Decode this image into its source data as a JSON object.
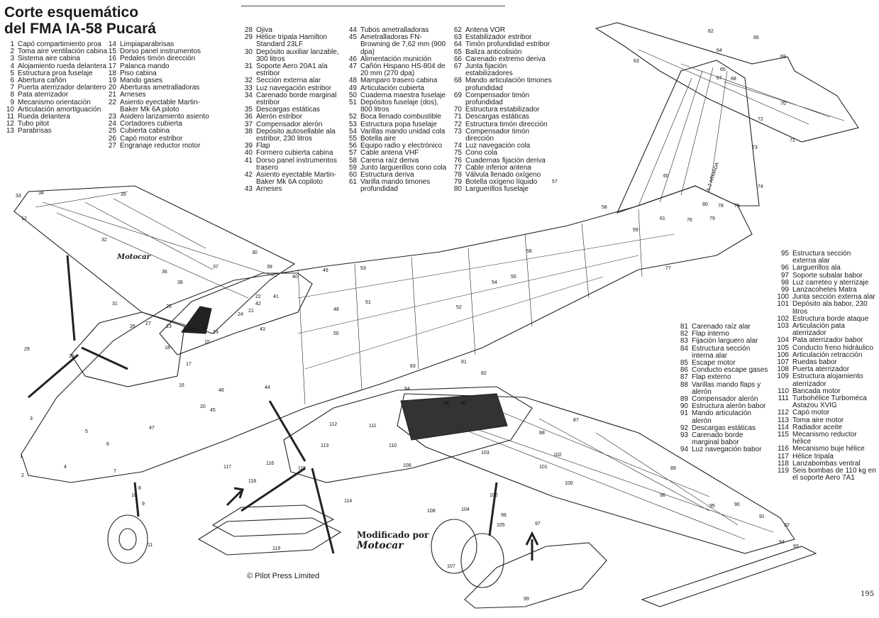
{
  "title": {
    "line1": "Corte esquemático",
    "line2": "del FMA IA-58 Pucará"
  },
  "legend": {
    "col1": [
      {
        "n": "1",
        "t": "Capó compartimiento proa"
      },
      {
        "n": "2",
        "t": "Toma aire ventilación cabina"
      },
      {
        "n": "3",
        "t": "Sistema aire cabina"
      },
      {
        "n": "4",
        "t": "Alojamiento rueda delantera"
      },
      {
        "n": "5",
        "t": "Estructura proa fuselaje"
      },
      {
        "n": "6",
        "t": "Abertura cañón"
      },
      {
        "n": "7",
        "t": "Puerta aterrizador delantero"
      },
      {
        "n": "8",
        "t": "Pata aterrizador"
      },
      {
        "n": "9",
        "t": "Mecanismo orientación"
      },
      {
        "n": "10",
        "t": "Articulación amortiguación"
      },
      {
        "n": "11",
        "t": "Rueda delantera"
      },
      {
        "n": "12",
        "t": "Tubo pitot"
      },
      {
        "n": "13",
        "t": "Parabrisas"
      }
    ],
    "col2": [
      {
        "n": "14",
        "t": "Limpiaparabrisas"
      },
      {
        "n": "15",
        "t": "Dorso panel instrumentos"
      },
      {
        "n": "16",
        "t": "Pedales timón dirección"
      },
      {
        "n": "17",
        "t": "Palanca mando"
      },
      {
        "n": "18",
        "t": "Piso cabina"
      },
      {
        "n": "19",
        "t": "Mando gases"
      },
      {
        "n": "20",
        "t": "Aberturas ametralladoras"
      },
      {
        "n": "21",
        "t": "Arneses"
      },
      {
        "n": "22",
        "t": "Asiento eyectable Martin-Baker Mk 6A piloto"
      },
      {
        "n": "23",
        "t": "Asidero lanzamiento asiento"
      },
      {
        "n": "24",
        "t": "Cortadores cubierta"
      },
      {
        "n": "25",
        "t": "Cubierta cabina"
      },
      {
        "n": "26",
        "t": "Capó motor estribor"
      },
      {
        "n": "27",
        "t": "Engranaje reductor motor"
      }
    ],
    "col3": [
      {
        "n": "28",
        "t": "Ojiva"
      },
      {
        "n": "29",
        "t": "Hélice tripala Hamilton Standard 23LF"
      },
      {
        "n": "30",
        "t": "Depósito auxiliar lanzable, 300 litros"
      },
      {
        "n": "31",
        "t": "Soporte Aero 20A1 ala estribor"
      },
      {
        "n": "32",
        "t": "Sección externa alar"
      },
      {
        "n": "33",
        "t": "Luz navegación estribor"
      },
      {
        "n": "34",
        "t": "Carenado borde marginal estribor"
      },
      {
        "n": "35",
        "t": "Descargas estáticas"
      },
      {
        "n": "36",
        "t": "Alerón estribor"
      },
      {
        "n": "37",
        "t": "Compensador alerón"
      },
      {
        "n": "38",
        "t": "Depósito autosellable ala estribor, 230 litros"
      },
      {
        "n": "39",
        "t": "Flap"
      },
      {
        "n": "40",
        "t": "Formero cubierta cabina"
      },
      {
        "n": "41",
        "t": "Dorso panel instrumentos trasero"
      },
      {
        "n": "42",
        "t": "Asiento eyectable Martin-Baker Mk 6A copiloto"
      },
      {
        "n": "43",
        "t": "Arneses"
      }
    ],
    "col4": [
      {
        "n": "44",
        "t": "Tubos ametralladoras"
      },
      {
        "n": "45",
        "t": "Ametralladoras FN-Browning de 7,62 mm (900 dpa)"
      },
      {
        "n": "46",
        "t": "Alimentación munición"
      },
      {
        "n": "47",
        "t": "Cañón Hispano HS-804 de 20 mm (270 dpa)"
      },
      {
        "n": "48",
        "t": "Mamparo trasero cabina"
      },
      {
        "n": "49",
        "t": "Articulación cubierta"
      },
      {
        "n": "50",
        "t": "Cuaderna maestra fuselaje"
      },
      {
        "n": "51",
        "t": "Depósitos fuselaje (dos), 800 litros"
      },
      {
        "n": "52",
        "t": "Boca llenado combustible"
      },
      {
        "n": "53",
        "t": "Estructura popa fuselaje"
      },
      {
        "n": "54",
        "t": "Varillas mando unidad cola"
      },
      {
        "n": "55",
        "t": "Botella aire"
      },
      {
        "n": "56",
        "t": "Equipo radio y electrónico"
      },
      {
        "n": "57",
        "t": "Cable antena VHF"
      },
      {
        "n": "58",
        "t": "Carena raíz deriva"
      },
      {
        "n": "59",
        "t": "Junto larguerillos cono cola"
      },
      {
        "n": "60",
        "t": "Estructura deriva"
      },
      {
        "n": "61",
        "t": "Varilla mando timones profundidad"
      }
    ],
    "col5": [
      {
        "n": "62",
        "t": "Antena VOR"
      },
      {
        "n": "63",
        "t": "Estabilizador estribor"
      },
      {
        "n": "64",
        "t": "Timón profundidad estribor"
      },
      {
        "n": "65",
        "t": "Baliza anticolisión"
      },
      {
        "n": "66",
        "t": "Carenado extremo deriva"
      },
      {
        "n": "67",
        "t": "Junta fijación estabilizadores"
      },
      {
        "n": "68",
        "t": "Mando articulación timones profundidad"
      },
      {
        "n": "69",
        "t": "Compensador timón profundidad"
      },
      {
        "n": "70",
        "t": "Estructura estabilizador"
      },
      {
        "n": "71",
        "t": "Descargas estáticas"
      },
      {
        "n": "72",
        "t": "Estructura timón dirección"
      },
      {
        "n": "73",
        "t": "Compensador timón dirección"
      },
      {
        "n": "74",
        "t": "Luz navegación cola"
      },
      {
        "n": "75",
        "t": "Cono cola"
      },
      {
        "n": "76",
        "t": "Cuadernas fijación deriva"
      },
      {
        "n": "77",
        "t": "Cable inferior antena"
      },
      {
        "n": "78",
        "t": "Válvula llenado oxígeno"
      },
      {
        "n": "79",
        "t": "Botella oxígeno líquido"
      },
      {
        "n": "80",
        "t": "Larguerillos fuselaje"
      }
    ],
    "col6": [
      {
        "n": "81",
        "t": "Carenado raíz alar"
      },
      {
        "n": "82",
        "t": "Flap interno"
      },
      {
        "n": "83",
        "t": "Fijación larguero alar"
      },
      {
        "n": "84",
        "t": "Estructura sección interna alar"
      },
      {
        "n": "85",
        "t": "Escape motor"
      },
      {
        "n": "86",
        "t": "Conducto escape gases"
      },
      {
        "n": "87",
        "t": "Flap externo"
      },
      {
        "n": "88",
        "t": "Varillas mando flaps y alerón"
      },
      {
        "n": "89",
        "t": "Compensador alerón"
      },
      {
        "n": "90",
        "t": "Estructura alerón babor"
      },
      {
        "n": "91",
        "t": "Mando articulación alerón"
      },
      {
        "n": "92",
        "t": "Descargas estáticas"
      },
      {
        "n": "93",
        "t": "Carenado borde marginal babor"
      },
      {
        "n": "94",
        "t": "Luz navegación babor"
      }
    ],
    "col7": [
      {
        "n": "95",
        "t": "Estructura sección externa alar"
      },
      {
        "n": "96",
        "t": "Larguerillos ala"
      },
      {
        "n": "97",
        "t": "Soporte subalar babor"
      },
      {
        "n": "98",
        "t": "Luz carreteo y aterrizaje"
      },
      {
        "n": "99",
        "t": "Lanzacohetes Matra"
      },
      {
        "n": "100",
        "t": "Junta sección externa alar"
      },
      {
        "n": "101",
        "t": "Depósito ala babor, 230 litros"
      },
      {
        "n": "102",
        "t": "Estructura borde ataque"
      },
      {
        "n": "103",
        "t": "Articulación pata aterrizador"
      },
      {
        "n": "104",
        "t": "Pata aterrizador babor"
      },
      {
        "n": "105",
        "t": "Conducto freno hidráulico"
      },
      {
        "n": "106",
        "t": "Articulación retracción"
      },
      {
        "n": "107",
        "t": "Ruedas babor"
      },
      {
        "n": "108",
        "t": "Puerta aterrizador"
      },
      {
        "n": "109",
        "t": "Estructura alojamiento aterrizador"
      },
      {
        "n": "110",
        "t": "Bancada motor"
      },
      {
        "n": "111",
        "t": "Turbohélice Turboméca Astazou XVIG"
      },
      {
        "n": "112",
        "t": "Capó motor"
      },
      {
        "n": "113",
        "t": "Toma aire motor"
      },
      {
        "n": "114",
        "t": "Radiador aceite"
      },
      {
        "n": "115",
        "t": "Mecanismo reductor hélice"
      },
      {
        "n": "116",
        "t": "Mecanismo buje hélice"
      },
      {
        "n": "117",
        "t": "Hélice tripala"
      },
      {
        "n": "118",
        "t": "Lanzabombas ventral"
      },
      {
        "n": "119",
        "t": "Seis bombas de 110 kg en el soporte Aero 7A1"
      }
    ]
  },
  "signature": "Motocar",
  "modified": {
    "line": "Modificado por",
    "name": "Motocar"
  },
  "copyright": "© Pilot Press Limited",
  "page_number": "195",
  "tail_lettering": "A-2 ARMADA",
  "callouts": [
    {
      "n": "1"
    },
    {
      "n": "2"
    },
    {
      "n": "3"
    },
    {
      "n": "4"
    },
    {
      "n": "5"
    },
    {
      "n": "6"
    },
    {
      "n": "7"
    },
    {
      "n": "8"
    },
    {
      "n": "9"
    },
    {
      "n": "10"
    },
    {
      "n": "11"
    },
    {
      "n": "12"
    },
    {
      "n": "14"
    },
    {
      "n": "15"
    },
    {
      "n": "16"
    },
    {
      "n": "17"
    },
    {
      "n": "18"
    },
    {
      "n": "19"
    },
    {
      "n": "20"
    },
    {
      "n": "21"
    },
    {
      "n": "22"
    },
    {
      "n": "23"
    },
    {
      "n": "24"
    },
    {
      "n": "25"
    },
    {
      "n": "26"
    },
    {
      "n": "27"
    },
    {
      "n": "28"
    },
    {
      "n": "29"
    },
    {
      "n": "30"
    },
    {
      "n": "31"
    },
    {
      "n": "32"
    },
    {
      "n": "33"
    },
    {
      "n": "34"
    },
    {
      "n": "35"
    },
    {
      "n": "36"
    },
    {
      "n": "37"
    },
    {
      "n": "38"
    },
    {
      "n": "39"
    },
    {
      "n": "40"
    },
    {
      "n": "41"
    },
    {
      "n": "42"
    },
    {
      "n": "43"
    },
    {
      "n": "44"
    },
    {
      "n": "45"
    },
    {
      "n": "46"
    },
    {
      "n": "47"
    },
    {
      "n": "48"
    },
    {
      "n": "49"
    },
    {
      "n": "50"
    },
    {
      "n": "51"
    },
    {
      "n": "52"
    },
    {
      "n": "53"
    },
    {
      "n": "54"
    },
    {
      "n": "55"
    },
    {
      "n": "56"
    },
    {
      "n": "57"
    },
    {
      "n": "58"
    },
    {
      "n": "59"
    },
    {
      "n": "60"
    },
    {
      "n": "61"
    },
    {
      "n": "62"
    },
    {
      "n": "63"
    },
    {
      "n": "64"
    },
    {
      "n": "65"
    },
    {
      "n": "66"
    },
    {
      "n": "67"
    },
    {
      "n": "68"
    },
    {
      "n": "69"
    },
    {
      "n": "70"
    },
    {
      "n": "71"
    },
    {
      "n": "72"
    },
    {
      "n": "73"
    },
    {
      "n": "74"
    },
    {
      "n": "75"
    },
    {
      "n": "76"
    },
    {
      "n": "77"
    },
    {
      "n": "78"
    },
    {
      "n": "79"
    },
    {
      "n": "80"
    },
    {
      "n": "81"
    },
    {
      "n": "82"
    },
    {
      "n": "83"
    },
    {
      "n": "84"
    },
    {
      "n": "85"
    },
    {
      "n": "86"
    },
    {
      "n": "87"
    },
    {
      "n": "88"
    },
    {
      "n": "89"
    },
    {
      "n": "90"
    },
    {
      "n": "91"
    },
    {
      "n": "92"
    },
    {
      "n": "93"
    },
    {
      "n": "94"
    },
    {
      "n": "95"
    },
    {
      "n": "96"
    },
    {
      "n": "97"
    },
    {
      "n": "98"
    },
    {
      "n": "99"
    },
    {
      "n": "100"
    },
    {
      "n": "101"
    },
    {
      "n": "102"
    },
    {
      "n": "103"
    },
    {
      "n": "104"
    },
    {
      "n": "105"
    },
    {
      "n": "106"
    },
    {
      "n": "107"
    },
    {
      "n": "108"
    },
    {
      "n": "109"
    },
    {
      "n": "110"
    },
    {
      "n": "111"
    },
    {
      "n": "112"
    },
    {
      "n": "113"
    },
    {
      "n": "114"
    },
    {
      "n": "115"
    },
    {
      "n": "116"
    },
    {
      "n": "117"
    },
    {
      "n": "118"
    },
    {
      "n": "119"
    }
  ]
}
